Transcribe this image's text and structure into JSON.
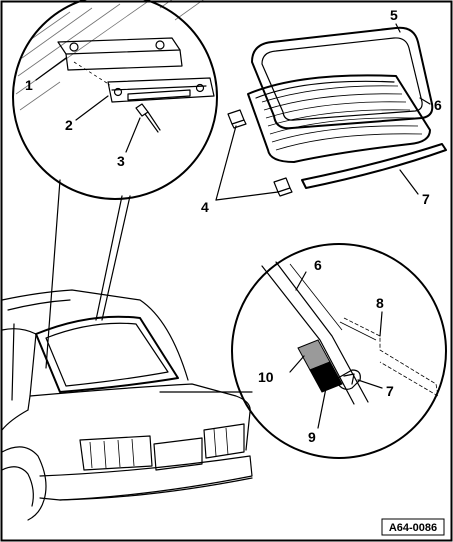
{
  "callouts": [
    {
      "id": "1",
      "text": "1"
    },
    {
      "id": "2",
      "text": "2"
    },
    {
      "id": "3",
      "text": "3"
    },
    {
      "id": "4",
      "text": "4"
    },
    {
      "id": "5",
      "text": "5"
    },
    {
      "id": "6",
      "text": "6"
    },
    {
      "id": "7",
      "text": "7"
    },
    {
      "id": "6b",
      "text": "6"
    },
    {
      "id": "8",
      "text": "8"
    },
    {
      "id": "10",
      "text": "10"
    },
    {
      "id": "7b",
      "text": "7"
    },
    {
      "id": "9",
      "text": "9"
    }
  ],
  "reference_code": "A64-0086"
}
